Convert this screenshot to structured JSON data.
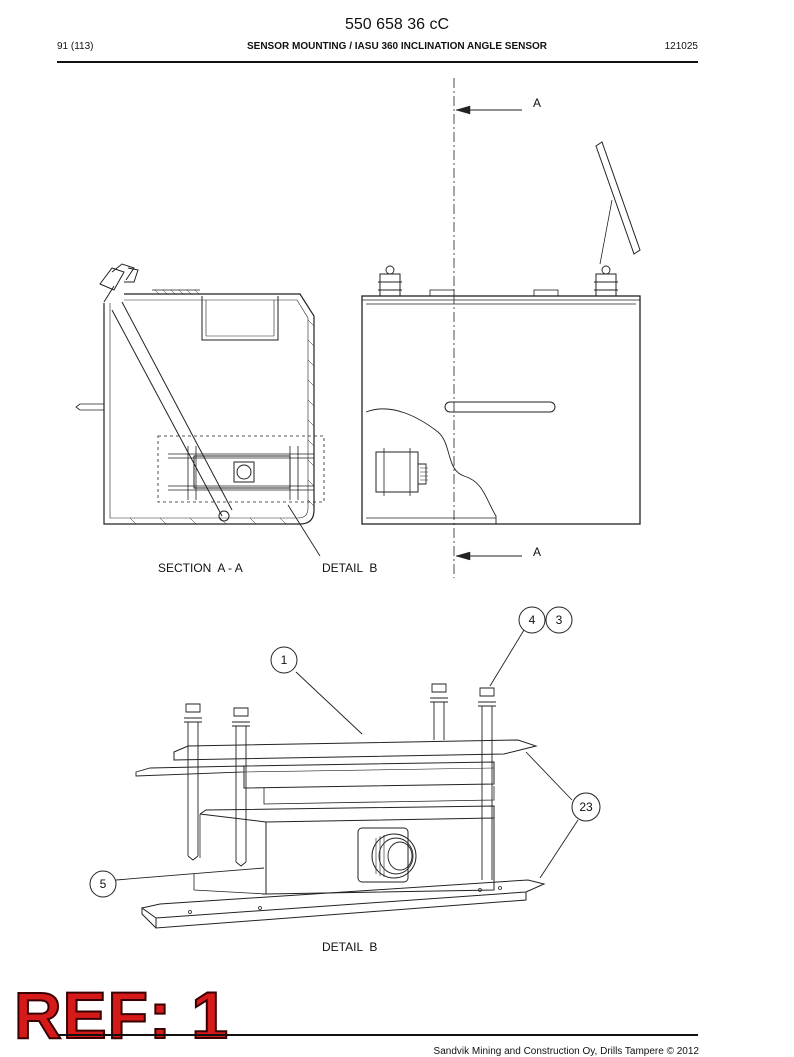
{
  "header": {
    "doc_number": "550 658 36 cC",
    "page": "91 (113)",
    "title": "SENSOR MOUNTING / IASU 360 INCLINATION ANGLE SENSOR",
    "date_code": "121025"
  },
  "drawing_top": {
    "section_arrow_top": "A",
    "section_arrow_bottom": "A",
    "section_label": "SECTION  A - A",
    "detail_label": "DETAIL  B"
  },
  "drawing_detail": {
    "detail_label": "DETAIL  B",
    "balloons": [
      {
        "id": "balloon-1",
        "text": "1"
      },
      {
        "id": "balloon-4",
        "text": "4"
      },
      {
        "id": "balloon-3",
        "text": "3"
      },
      {
        "id": "balloon-23",
        "text": "23"
      },
      {
        "id": "balloon-5",
        "text": "5"
      }
    ]
  },
  "stamp": {
    "text": "REF: 1"
  },
  "footer": {
    "text": "Sandvik Mining and Construction Oy, Drills Tampere © 2012"
  }
}
